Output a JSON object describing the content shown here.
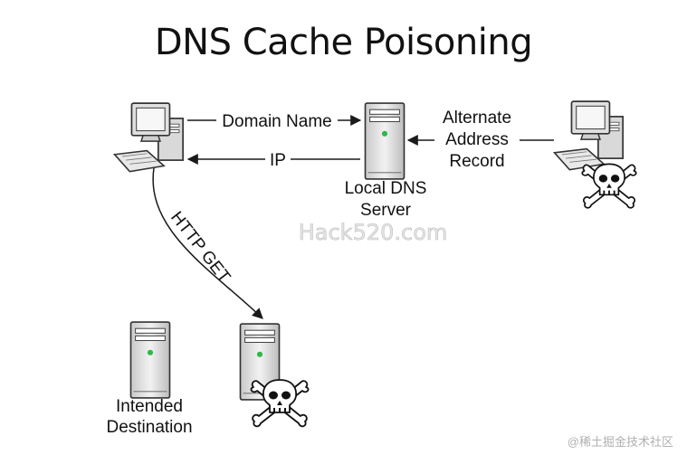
{
  "title": "DNS Cache Poisoning",
  "labels": {
    "domain_name": "Domain Name",
    "ip": "IP",
    "local_dns_line1": "Local DNS",
    "local_dns_line2": "Server",
    "alt_line1": "Alternate",
    "alt_line2": "Address",
    "alt_line3": "Record",
    "http_get": "HTTP GET",
    "intended_line1": "Intended",
    "intended_line2": "Destination"
  },
  "watermark": "Hack520.com",
  "credit": "@稀土掘金技术社区",
  "icons": {
    "client": "desktop-computer-icon",
    "dns_server": "server-tower-icon",
    "attacker": "desktop-computer-icon",
    "skull": "skull-crossbones-icon"
  },
  "colors": {
    "server_led": "#2fb84a",
    "device_body": "#d9d9d9",
    "stroke": "#1a1a1a"
  }
}
